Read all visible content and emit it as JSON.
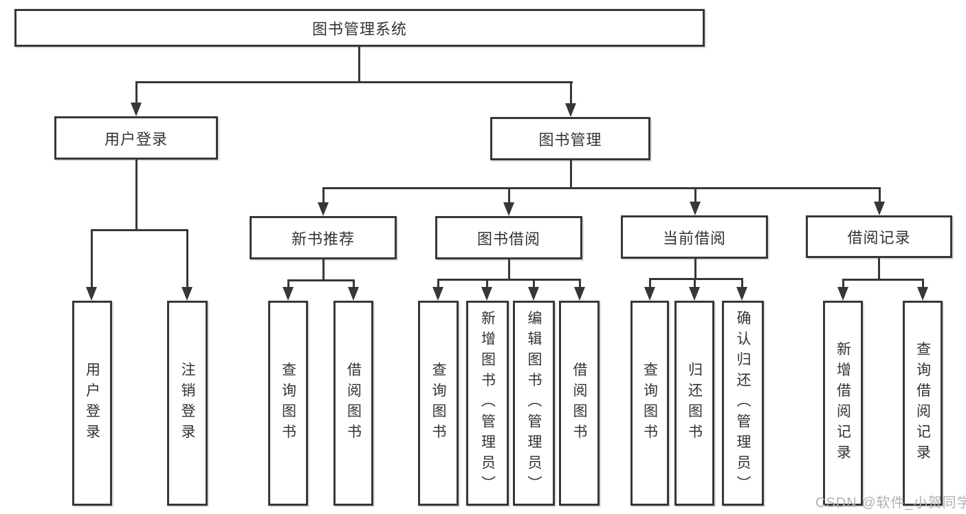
{
  "nodes": {
    "root": "图书管理系统",
    "level2": {
      "user_login": "用户登录",
      "book_mgmt": "图书管理"
    },
    "level3": {
      "new_books": "新书推荐",
      "book_borrow": "图书借阅",
      "current_borrow": "当前借阅",
      "borrow_records": "借阅记录"
    },
    "leaves": {
      "user_login_leaf": "用户登录",
      "logout": "注销登录",
      "nb_query_books": "查询图书",
      "nb_borrow_books": "借阅图书",
      "bb_query_books": "查询图书",
      "bb_add_books": "新增图书（管理员）",
      "bb_edit_books": "编辑图书（管理员）",
      "bb_borrow_books": "借阅图书",
      "cb_query_books": "查询图书",
      "cb_return_books": "归还图书",
      "cb_confirm_return": "确认归还（管理员）",
      "br_add_record": "新增借阅记录",
      "br_query_record": "查询借阅记录"
    }
  },
  "watermark": "CSDN @软件_小贺同学",
  "colors": {
    "line": "#373737",
    "text": "#333333",
    "watermark": "#b1b1b1",
    "background": "#ffffff"
  }
}
